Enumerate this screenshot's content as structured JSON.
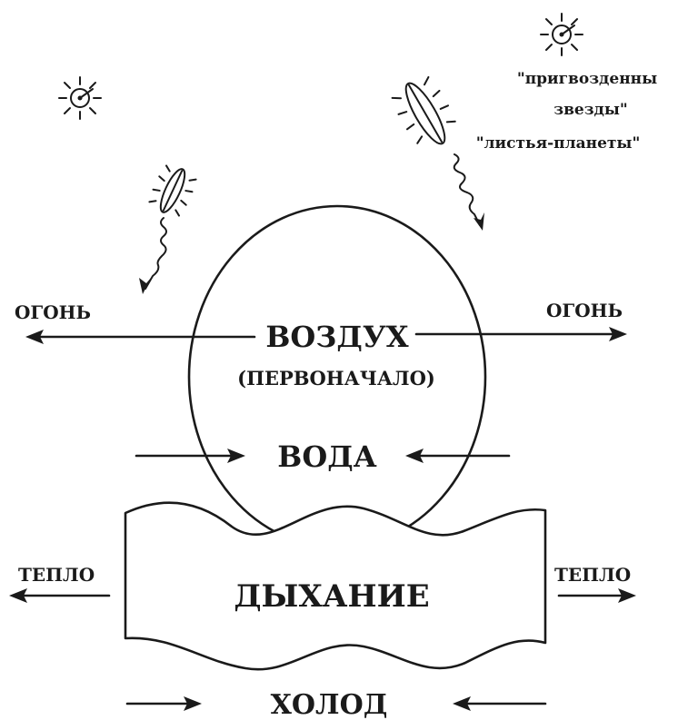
{
  "labels": {
    "fire": "ОГОНЬ",
    "air": "ВОЗДУХ",
    "origin": "(ПЕРВОНАЧАЛО)",
    "water": "ВОДА",
    "breath": "ДЫХАНИЕ",
    "heat": "ТЕПЛО",
    "cold": "ХОЛОД",
    "stars_line1": "\"пригвозденны",
    "stars_line2": "звезды\"",
    "leaves": "\"листья-планеты\""
  },
  "colors": {
    "ink": "#1a1a1a",
    "background": "#ffffff"
  }
}
